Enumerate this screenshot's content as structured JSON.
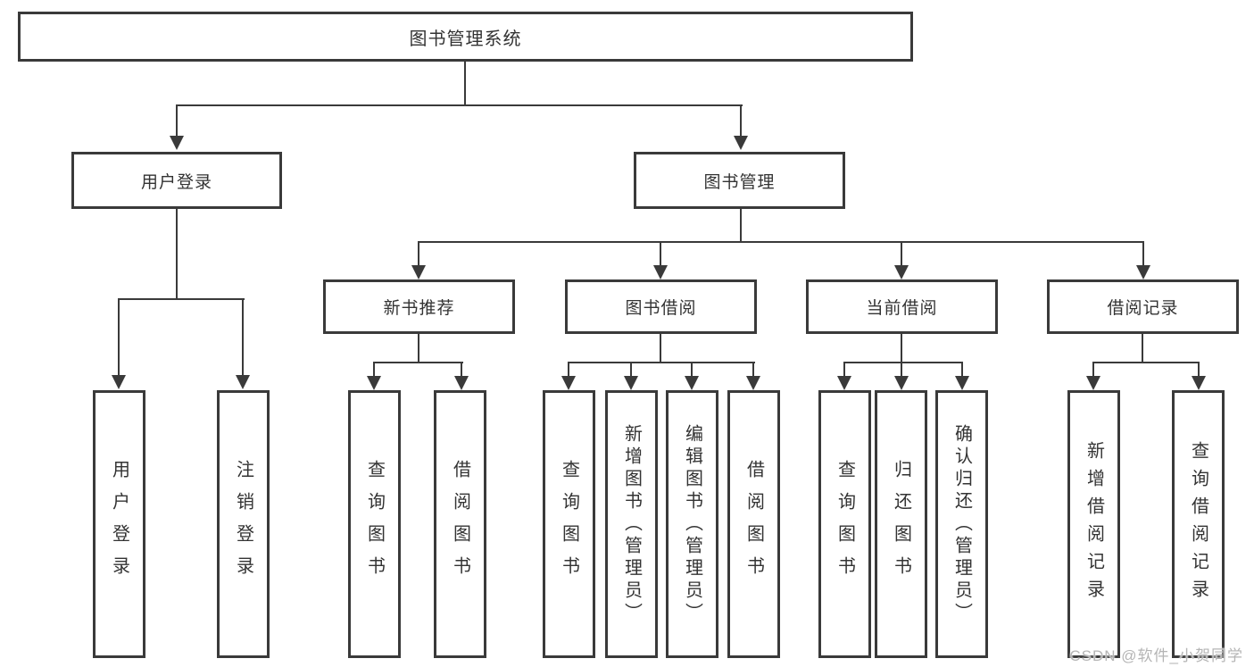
{
  "title": "图书管理系统",
  "colors": {
    "line": "#3a3a3a",
    "text": "#333333",
    "watermark": "#b5b5b5",
    "background": "#ffffff"
  },
  "watermark": "CSDN @软件_小贺同学",
  "tree": {
    "root": {
      "label": "图书管理系统"
    },
    "branches": [
      {
        "label": "用户登录",
        "children": [
          {
            "label": "用户登录"
          },
          {
            "label": "注销登录"
          }
        ]
      },
      {
        "label": "图书管理",
        "groups": [
          {
            "label": "新书推荐",
            "children": [
              {
                "label": "查询图书"
              },
              {
                "label": "借阅图书"
              }
            ]
          },
          {
            "label": "图书借阅",
            "children": [
              {
                "label": "查询图书"
              },
              {
                "label": "新增图书（管理员）"
              },
              {
                "label": "编辑图书（管理员）"
              },
              {
                "label": "借阅图书"
              }
            ]
          },
          {
            "label": "当前借阅",
            "children": [
              {
                "label": "查询图书"
              },
              {
                "label": "归还图书"
              },
              {
                "label": "确认归还（管理员）"
              }
            ]
          },
          {
            "label": "借阅记录",
            "children": [
              {
                "label": "新增借阅记录"
              },
              {
                "label": "查询借阅记录"
              }
            ]
          }
        ]
      }
    ]
  }
}
